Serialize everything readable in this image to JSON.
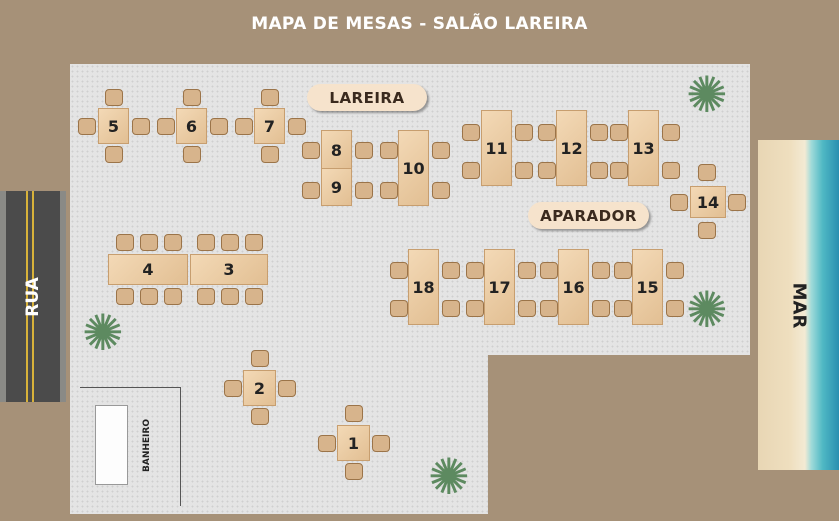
{
  "title": "MAPA DE MESAS - SALÃO LAREIRA",
  "labels": {
    "lareira": "LAREIRA",
    "aparador": "APARADOR",
    "rua": "RUA",
    "mar": "MAR",
    "banheiro": "BANHEIRO"
  },
  "tables": [
    "1",
    "2",
    "3",
    "4",
    "5",
    "6",
    "7",
    "8",
    "9",
    "10",
    "11",
    "12",
    "13",
    "14",
    "15",
    "16",
    "17",
    "18"
  ],
  "colors": {
    "background": "#a69178",
    "floor": "#e4e4e4",
    "table": "#e9c9a0",
    "pill": "#f6e3cc"
  },
  "icons": [
    "palm-plant-icon",
    "sink-icon",
    "chair-icon"
  ]
}
